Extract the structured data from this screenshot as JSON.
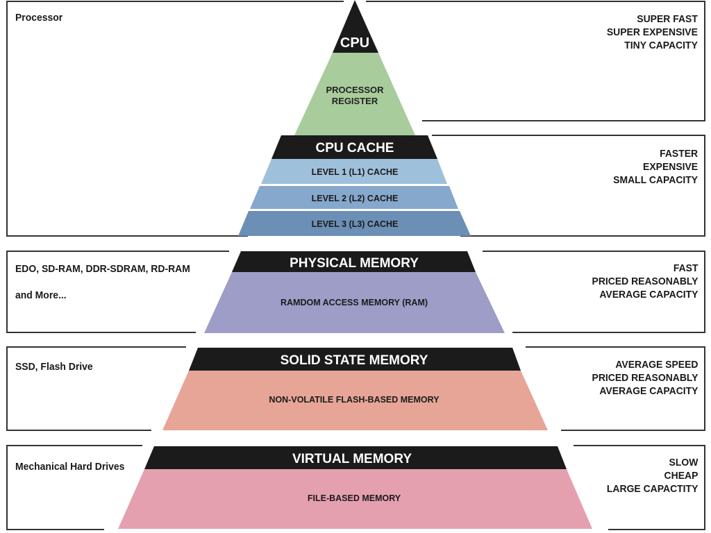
{
  "processor_group": {
    "left_label": "Processor",
    "right_lines": [
      "SUPER FAST",
      "SUPER EXPENSIVE",
      "TINY CAPACITY"
    ],
    "cpu_header": "CPU",
    "register_lines": [
      "PROCESSOR",
      "REGISTER"
    ]
  },
  "cache_group": {
    "header": "CPU CACHE",
    "levels": [
      "LEVEL 1 (L1) CACHE",
      "LEVEL 2 (L2) CACHE",
      "LEVEL 3 (L3) CACHE"
    ],
    "right_lines": [
      "FASTER",
      "EXPENSIVE",
      "SMALL CAPACITY"
    ]
  },
  "physical_memory": {
    "left_lines": [
      "EDO, SD-RAM, DDR-SDRAM, RD-RAM",
      "and More..."
    ],
    "header": "PHYSICAL MEMORY",
    "body": "RAMDOM ACCESS MEMORY (RAM)",
    "right_lines": [
      "FAST",
      "PRICED REASONABLY",
      "AVERAGE CAPACITY"
    ]
  },
  "solid_state": {
    "left_label": "SSD, Flash Drive",
    "header": "SOLID STATE MEMORY",
    "body": "NON-VOLATILE FLASH-BASED MEMORY",
    "right_lines": [
      "AVERAGE SPEED",
      "PRICED REASONABLY",
      "AVERAGE CAPACITY"
    ]
  },
  "virtual_memory": {
    "left_label": "Mechanical Hard Drives",
    "header": "VIRTUAL MEMORY",
    "body": "FILE-BASED MEMORY",
    "right_lines": [
      "SLOW",
      "CHEAP",
      "LARGE CAPACTITY"
    ]
  },
  "colors": {
    "header_band": "#1b1b1b",
    "register": "#a8cc9c",
    "cache_l1": "#9fc0db",
    "cache_l2": "#85a8cc",
    "cache_l3": "#6c8fb6",
    "ram": "#9d9dc8",
    "ssd": "#e6a596",
    "virtual": "#e5a0b0",
    "frame": "#333333"
  }
}
